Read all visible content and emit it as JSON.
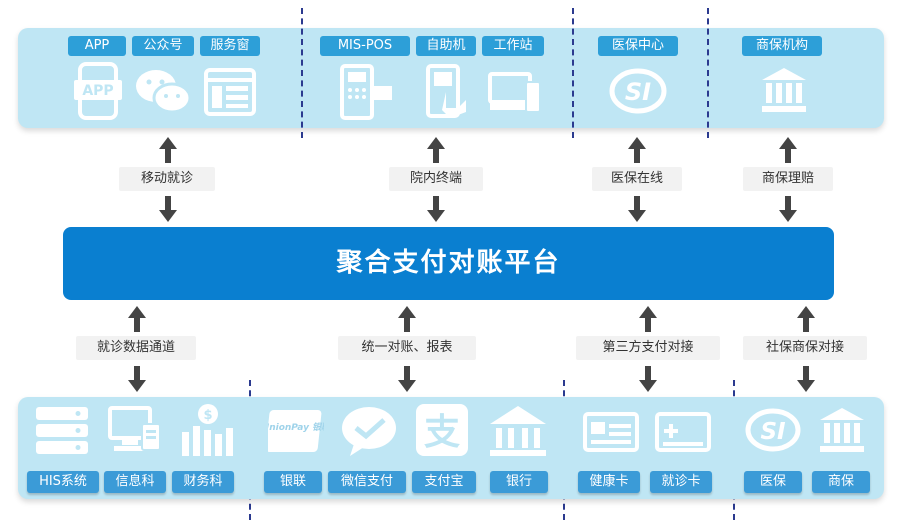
{
  "platform_title": "聚合支付对账平台",
  "top_channels": [
    {
      "label": "APP"
    },
    {
      "label": "公众号"
    },
    {
      "label": "服务窗"
    },
    {
      "label": "MIS-POS"
    },
    {
      "label": "自助机"
    },
    {
      "label": "工作站"
    },
    {
      "label": "医保中心"
    },
    {
      "label": "商保机构"
    }
  ],
  "top_connectors": [
    "移动就诊",
    "院内终端",
    "医保在线",
    "商保理赔"
  ],
  "bottom_connectors": [
    "就诊数据通道",
    "统一对账、报表",
    "第三方支付对接",
    "社保商保对接"
  ],
  "bottom_systems": [
    {
      "label": "HIS系统"
    },
    {
      "label": "信息科"
    },
    {
      "label": "财务科"
    },
    {
      "label": "银联"
    },
    {
      "label": "微信支付"
    },
    {
      "label": "支付宝"
    },
    {
      "label": "银行"
    },
    {
      "label": "健康卡"
    },
    {
      "label": "就诊卡"
    },
    {
      "label": "医保"
    },
    {
      "label": "商保"
    }
  ],
  "unionpay_text": "UnionPay 银联",
  "colors": {
    "panel": "#bfe6f4",
    "pill": "#2d9fd8",
    "platform": "#0a7fd0",
    "icon": "#ffffff",
    "divider": "#2b3a8f"
  }
}
